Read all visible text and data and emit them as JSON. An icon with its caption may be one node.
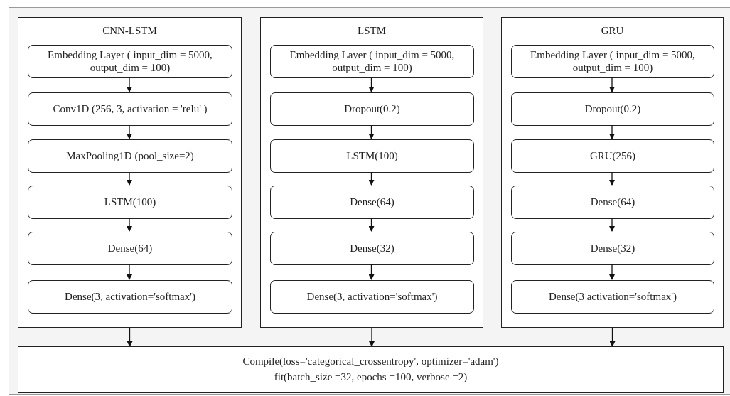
{
  "diagram": {
    "nodes": [
      {
        "text": [
          "CNN-LSTM"
        ]
      },
      {
        "text": [
          "Embedding Layer ( input_dim = 5000, output_dim = 100)"
        ],
        "in": 0
      },
      {
        "text": [
          "Conv1D (256, 3, activation = 'relu' )"
        ],
        "in": 0
      },
      {
        "text": [
          "MaxPooling1D (pool_size=2)"
        ],
        "in": 0
      },
      {
        "text": [
          "LSTM(100)"
        ],
        "in": 0
      },
      {
        "text": [
          "Dense(64)"
        ],
        "in": 0
      },
      {
        "text": [
          "Dense(3, activation='softmax')"
        ],
        "in": 0
      },
      {
        "text": [
          "LSTM"
        ]
      },
      {
        "text": [
          "Embedding Layer ( input_dim = 5000, output_dim = 100)"
        ],
        "in": 7
      },
      {
        "text": [
          "Dropout(0.2)"
        ],
        "in": 7
      },
      {
        "text": [
          "LSTM(100)"
        ],
        "in": 7
      },
      {
        "text": [
          "Dense(64)"
        ],
        "in": 7
      },
      {
        "text": [
          "Dense(32)"
        ],
        "in": 7
      },
      {
        "text": [
          "Dense(3, activation='softmax')"
        ],
        "in": 7
      },
      {
        "text": [
          "GRU"
        ]
      },
      {
        "text": [
          "Embedding Layer ( input_dim = 5000, output_dim = 100)"
        ],
        "in": 14
      },
      {
        "text": [
          "Dropout(0.2)"
        ],
        "in": 14
      },
      {
        "text": [
          "GRU(256)"
        ],
        "in": 14
      },
      {
        "text": [
          "Dense(64)"
        ],
        "in": 14
      },
      {
        "text": [
          "Dense(32)"
        ],
        "in": 14
      },
      {
        "text": [
          "Dense(3 activation='softmax')"
        ],
        "in": 14
      },
      {
        "text": [
          "Compile(loss='categorical_crossentropy', optimizer='adam')",
          "fit(batch_size =32, epochs =100, verbose =2)"
        ]
      }
    ],
    "edges": [
      {
        "from": 1,
        "to": 2,
        "arrow": "to"
      },
      {
        "from": 2,
        "to": 3,
        "arrow": "to"
      },
      {
        "from": 3,
        "to": 4,
        "arrow": "to"
      },
      {
        "from": 4,
        "to": 5,
        "arrow": "to"
      },
      {
        "from": 5,
        "to": 6,
        "arrow": "to"
      },
      {
        "from": 8,
        "to": 9,
        "arrow": "to"
      },
      {
        "from": 9,
        "to": 10,
        "arrow": "to"
      },
      {
        "from": 10,
        "to": 11,
        "arrow": "to"
      },
      {
        "from": 11,
        "to": 12,
        "arrow": "to"
      },
      {
        "from": 12,
        "to": 13,
        "arrow": "to"
      },
      {
        "from": 15,
        "to": 16,
        "arrow": "to"
      },
      {
        "from": 16,
        "to": 17,
        "arrow": "to"
      },
      {
        "from": 17,
        "to": 18,
        "arrow": "to"
      },
      {
        "from": 18,
        "to": 19,
        "arrow": "to"
      },
      {
        "from": 19,
        "to": 20,
        "arrow": "to"
      },
      {
        "from": 0,
        "to": 21,
        "arrow": "to"
      },
      {
        "from": 7,
        "to": 21,
        "arrow": "to"
      },
      {
        "from": 14,
        "to": 21,
        "arrow": "to"
      }
    ]
  }
}
